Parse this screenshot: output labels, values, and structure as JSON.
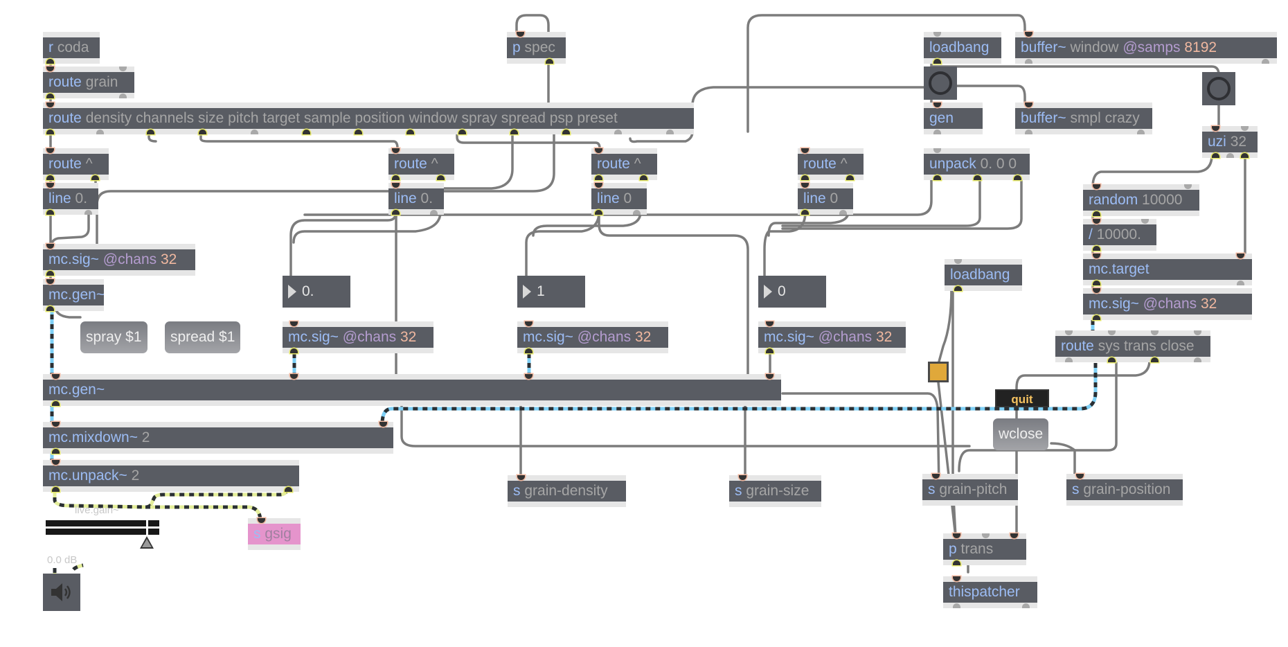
{
  "patcher": {
    "objects": {
      "r_coda": {
        "cls": "r",
        "args": "coda"
      },
      "route_grain": {
        "cls": "route",
        "args": "grain"
      },
      "route_main": {
        "cls": "route",
        "args": "density channels size pitch target sample position window spray spread psp preset"
      },
      "route_caret_1": {
        "cls": "route",
        "args": "^"
      },
      "route_caret_2": {
        "cls": "route",
        "args": "^"
      },
      "route_caret_3": {
        "cls": "route",
        "args": "^"
      },
      "route_caret_4": {
        "cls": "route",
        "args": "^"
      },
      "line_1": {
        "cls": "line",
        "args": "0."
      },
      "line_2": {
        "cls": "line",
        "args": "0."
      },
      "line_3": {
        "cls": "line",
        "args": "0"
      },
      "line_4": {
        "cls": "line",
        "args": "0"
      },
      "mcsig_1": {
        "cls": "mc.sig~",
        "attr": "@chans",
        "num": "32"
      },
      "mcsig_2": {
        "cls": "mc.sig~",
        "attr": "@chans",
        "num": "32"
      },
      "mcsig_3": {
        "cls": "mc.sig~",
        "attr": "@chans",
        "num": "32"
      },
      "mcsig_4": {
        "cls": "mc.sig~",
        "attr": "@chans",
        "num": "32"
      },
      "mcsig_5": {
        "cls": "mc.sig~",
        "attr": "@chans",
        "num": "32"
      },
      "mcgen_small": {
        "cls": "mc.gen~"
      },
      "mcgen_big": {
        "cls": "mc.gen~"
      },
      "mcmixdown": {
        "cls": "mc.mixdown~",
        "args": "2"
      },
      "mcunpack": {
        "cls": "mc.unpack~",
        "args": "2"
      },
      "p_spec": {
        "cls": "p",
        "args": "spec"
      },
      "loadbang_1": {
        "cls": "loadbang"
      },
      "loadbang_2": {
        "cls": "loadbang"
      },
      "buffer_window": {
        "cls": "buffer~",
        "args": "window",
        "attr": "@samps",
        "num": "8192"
      },
      "gen": {
        "cls": "gen"
      },
      "buffer_smpl": {
        "cls": "buffer~",
        "args": "smpl crazy"
      },
      "uzi": {
        "cls": "uzi",
        "args": "32"
      },
      "unpack": {
        "cls": "unpack",
        "args": "0. 0 0"
      },
      "random": {
        "cls": "random",
        "args": "10000"
      },
      "divide": {
        "cls": "/",
        "args": "10000."
      },
      "mctarget": {
        "cls": "mc.target"
      },
      "route_sys": {
        "cls": "route",
        "args": "sys trans close"
      },
      "s_density": {
        "cls": "s",
        "args": "grain-density"
      },
      "s_size": {
        "cls": "s",
        "args": "grain-size"
      },
      "s_pitch": {
        "cls": "s",
        "args": "grain-pitch"
      },
      "s_position": {
        "cls": "s",
        "args": "grain-position"
      },
      "s_gsig": {
        "cls": "s",
        "args": "gsig"
      },
      "p_trans": {
        "cls": "p",
        "args": "trans"
      },
      "thispatcher": {
        "cls": "thispatcher"
      }
    },
    "messages": {
      "spray": "spray $1",
      "spread": "spread $1",
      "wclose": "wclose",
      "quit": "quit"
    },
    "numbers": {
      "num_1": "0.",
      "num_2": "1",
      "num_3": "0"
    },
    "live_gain": {
      "label": "live.gain~",
      "value_text": "0.0 dB",
      "value_db": 0.0
    },
    "icons": {
      "toggle": "bang-circle-icon",
      "speaker": "speaker-icon"
    },
    "colors": {
      "object_body": "#595c63",
      "object_frame": "#e6e6e6",
      "class_text": "#9cbcf4",
      "attr_text": "#b49ccf",
      "number_text": "#f0b8a0",
      "signal_mc": "#7ecff5",
      "signal_audio": "#e4ee9a",
      "patch_cord": "#7c7c7c",
      "toggle_on": "#e0a83a"
    }
  }
}
